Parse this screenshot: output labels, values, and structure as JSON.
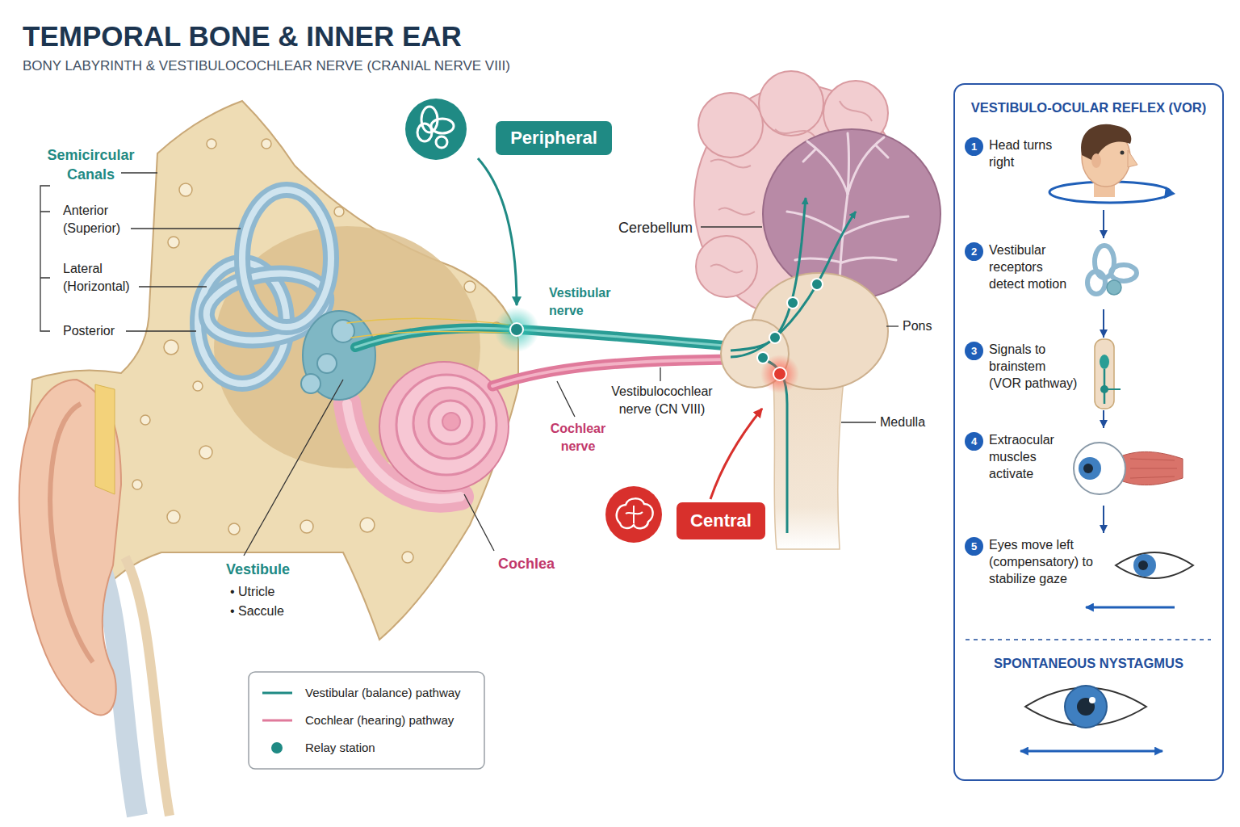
{
  "diagram": {
    "title": "TEMPORAL BONE & INNER EAR",
    "nodes": [
      {
        "text": [
          "Peripheral"
        ]
      },
      {
        "text": [
          "Central"
        ]
      },
      {
        "text": [
          "VESTIBULO-OCULAR REFLEX (VOR)",
          "SPONTANEOUS NYSTAGMUS"
        ]
      },
      {
        "text": [
          "1",
          "Head turns right"
        ],
        "in": 2
      },
      {
        "text": [
          "2",
          "Vestibular receptors detect motion"
        ],
        "in": 2
      },
      {
        "text": [
          "3",
          "Signals to brainstem (VOR pathway)"
        ],
        "in": 2
      },
      {
        "text": [
          "4",
          "Extraocular muscles activate"
        ],
        "in": 2
      },
      {
        "text": [
          "5",
          "Eyes move left (compensatory) to stabilize gaze"
        ],
        "in": 2
      }
    ],
    "edges": [
      {
        "from": 3,
        "to": 4,
        "arrow": "to"
      },
      {
        "from": 4,
        "to": 5,
        "arrow": "to"
      },
      {
        "from": 5,
        "to": 6,
        "arrow": "to"
      },
      {
        "from": 6,
        "to": 7,
        "arrow": "to"
      }
    ],
    "labels": [
      "BONY LABYRINTH & VESTIBULOCOCHLEAR NERVE (CRANIAL NERVE VIII)",
      "Semicircular Canals",
      "Anterior (Superior)",
      "Lateral (Horizontal)",
      "Posterior",
      "Vestibular nerve",
      "Cerebellum",
      "Pons",
      "Vestibulocochlear nerve (CN VIII)",
      "Cochlear nerve",
      "Medulla",
      "Vestibule",
      "• Utricle",
      "• Saccule",
      "Cochlea"
    ],
    "legend": [
      {
        "text": "Vestibular (balance) pathway"
      },
      {
        "text": "Cochlear (hearing) pathway"
      },
      {
        "text": "Relay station"
      }
    ]
  }
}
